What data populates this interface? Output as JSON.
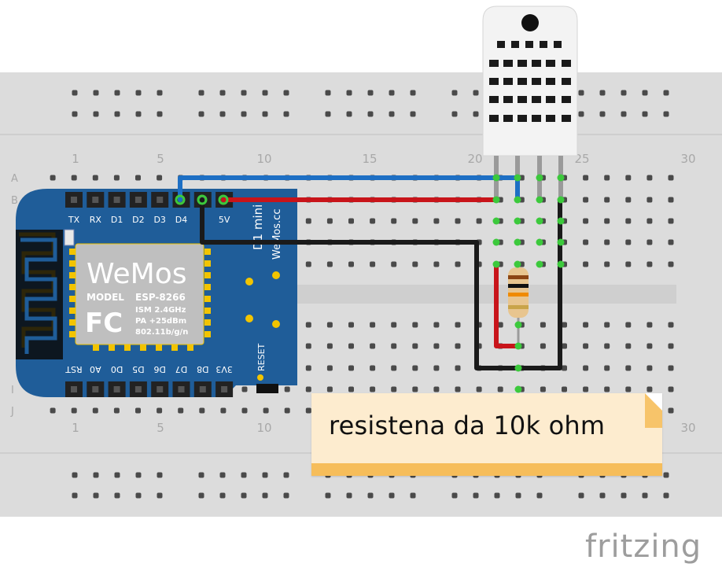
{
  "breadboard": {
    "row_labels": [
      "A",
      "B",
      "I",
      "J"
    ],
    "col_numbers": [
      "1",
      "5",
      "10",
      "15",
      "20",
      "25",
      "30"
    ]
  },
  "board": {
    "pin_labels_top": [
      "TX",
      "RX",
      "D1",
      "D2",
      "D3",
      "D4",
      "5V"
    ],
    "pin_labels_bottom": [
      "RST",
      "A0",
      "D0",
      "D5",
      "D6",
      "D7",
      "D8",
      "3V3"
    ],
    "brand": "WeMos",
    "model_label": "MODEL",
    "model_value": "ESP-8266",
    "spec_lines": [
      "ISM 2.4GHz",
      "PA +25dBm",
      "802.11b/g/n"
    ],
    "fc_mark": "FC",
    "reset_label": "RESET",
    "side_text": "D1 mini",
    "side_text2": "WeMos.cc"
  },
  "note": {
    "text": "resistena da 10k ohm"
  },
  "brand_footer": "fritzing",
  "colors": {
    "wire_blue": "#1d6fc4",
    "wire_red": "#c8141a",
    "wire_black": "#1a1a1a",
    "board_blue": "#1f5d99",
    "breadboard": "#dcdcdc",
    "note_bg": "#fdeccf",
    "note_bar": "#f6bd5a"
  },
  "components": {
    "sensor": "dht-sensor",
    "resistor": "resistor-10k"
  }
}
